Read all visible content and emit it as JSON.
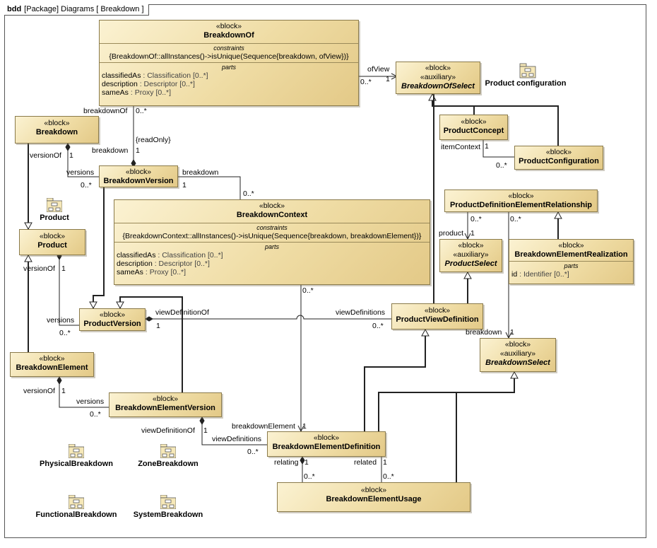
{
  "frame": {
    "kind": "bdd",
    "title": "[Package] Diagrams [ Breakdown ]"
  },
  "blocks": {
    "breakdown_of": {
      "stereotype": "«block»",
      "name": "BreakdownOf",
      "constraints_title": "constraints",
      "constraint": "{BreakdownOf::allInstances()->isUnique(Sequence{breakdown, ofView})}",
      "parts_title": "parts",
      "parts": [
        {
          "name": "classifiedAs",
          "type": " : Classification [0..*]"
        },
        {
          "name": "description",
          "type": " : Descriptor [0..*]"
        },
        {
          "name": "sameAs",
          "type": " : Proxy [0..*]"
        }
      ]
    },
    "breakdown_of_select": {
      "stereotype": "«block»",
      "stereotype2": "«auxiliary»",
      "name": "BreakdownOfSelect"
    },
    "breakdown": {
      "stereotype": "«block»",
      "name": "Breakdown"
    },
    "breakdown_version": {
      "stereotype": "«block»",
      "name": "BreakdownVersion"
    },
    "product_concept": {
      "stereotype": "«block»",
      "name": "ProductConcept"
    },
    "product_configuration": {
      "stereotype": "«block»",
      "name": "ProductConfiguration"
    },
    "breakdown_context": {
      "stereotype": "«block»",
      "name": "BreakdownContext",
      "constraints_title": "constraints",
      "constraint": "{BreakdownContext::allInstances()->isUnique(Sequence{breakdown, breakdownElement})}",
      "parts_title": "parts",
      "parts": [
        {
          "name": "classifiedAs",
          "type": " : Classification [0..*]"
        },
        {
          "name": "description",
          "type": " : Descriptor [0..*]"
        },
        {
          "name": "sameAs",
          "type": " : Proxy [0..*]"
        }
      ]
    },
    "pder": {
      "stereotype": "«block»",
      "name": "ProductDefinitionElementRelationship"
    },
    "product": {
      "stereotype": "«block»",
      "name": "Product"
    },
    "product_select": {
      "stereotype": "«block»",
      "stereotype2": "«auxiliary»",
      "name": "ProductSelect"
    },
    "breakdown_element_realization": {
      "stereotype": "«block»",
      "name": "BreakdownElementRealization",
      "parts_title": "parts",
      "parts": [
        {
          "name": "id",
          "type": " : Identifier [0..*]"
        }
      ]
    },
    "product_version": {
      "stereotype": "«block»",
      "name": "ProductVersion"
    },
    "product_view_definition": {
      "stereotype": "«block»",
      "name": "ProductViewDefinition"
    },
    "breakdown_select": {
      "stereotype": "«block»",
      "stereotype2": "«auxiliary»",
      "name": "BreakdownSelect"
    },
    "breakdown_element": {
      "stereotype": "«block»",
      "name": "BreakdownElement"
    },
    "breakdown_element_version": {
      "stereotype": "«block»",
      "name": "BreakdownElementVersion"
    },
    "breakdown_element_definition": {
      "stereotype": "«block»",
      "name": "BreakdownElementDefinition"
    },
    "breakdown_element_usage": {
      "stereotype": "«block»",
      "name": "BreakdownElementUsage"
    }
  },
  "packages": {
    "product_configuration": "Product configuration",
    "product": "Product",
    "physical_breakdown": "PhysicalBreakdown",
    "zone_breakdown": "ZoneBreakdown",
    "functional_breakdown": "FunctionalBreakdown",
    "system_breakdown": "SystemBreakdown"
  },
  "labels": {
    "of_view": "ofView",
    "of_view_mult_src": "0..*",
    "of_view_mult_dst": "1",
    "breakdown_of": "breakdownOf",
    "breakdown_of_mult": "0..*",
    "read_only": "{readOnly}",
    "bv_breakdown": "breakdown",
    "bv_breakdown_mult": "1",
    "version_of_b": "versionOf",
    "version_of_b_mult": "1",
    "versions_bv": "versions",
    "versions_bv_mult": "0..*",
    "bc_breakdown": "breakdown",
    "bc_breakdown_mult_bv": "1",
    "bc_breakdown_mult_bc": "0..*",
    "item_context": "itemContext",
    "item_context_mult": "1",
    "item_context_mult2": "0..*",
    "pder_mult_left": "0..*",
    "pder_mult_right": "0..*",
    "product_role": "product",
    "product_role_mult": "1",
    "version_of_p": "versionOf",
    "version_of_p_mult": "1",
    "versions_pv": "versions",
    "versions_pv_mult": "0..*",
    "view_definition_of": "viewDefinitionOf",
    "view_definition_of_mult": "1",
    "view_definitions": "viewDefinitions",
    "view_definitions_mult": "0..*",
    "bc_bed_mult": "0..*",
    "breakdown_role": "breakdown",
    "breakdown_role_mult": "1",
    "version_of_be": "versionOf",
    "version_of_be_mult": "1",
    "versions_bev": "versions",
    "versions_bev_mult": "0..*",
    "view_definition_of_bev": "viewDefinitionOf",
    "view_definition_of_bev_mult": "1",
    "view_definitions_bed": "viewDefinitions",
    "view_definitions_bed_mult": "0..*",
    "breakdown_element": "breakdownElement",
    "breakdown_element_mult": "1",
    "relating": "relating",
    "relating_mult": "1",
    "relating_mult2": "0..*",
    "related": "related",
    "related_mult": "1",
    "related_mult2": "0..*"
  }
}
